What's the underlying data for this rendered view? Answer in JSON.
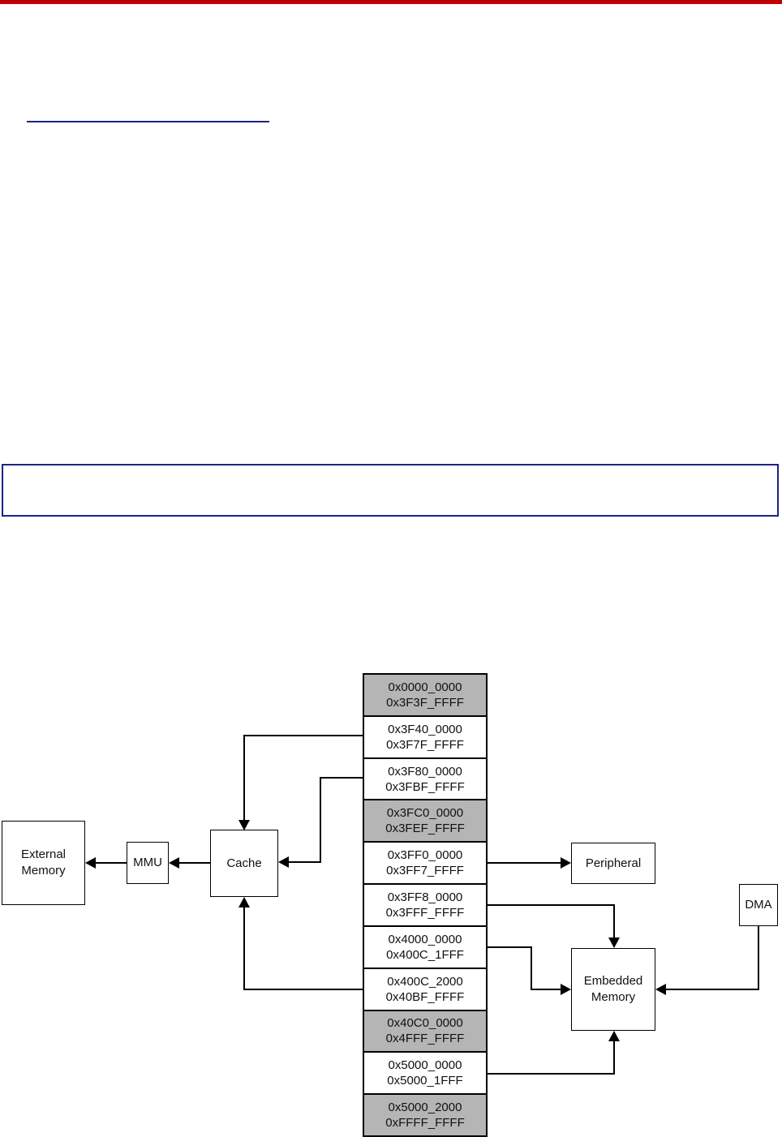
{
  "colors": {
    "header_rule": "#c00000",
    "link_navy": "#1e2288",
    "note_border": "#1e2288",
    "cell_gray": "#b5b5b5",
    "line_black": "#000000"
  },
  "diagram": {
    "blocks": {
      "external_memory": {
        "label": "External\nMemory"
      },
      "mmu": {
        "label": "MMU"
      },
      "cache": {
        "label": "Cache"
      },
      "peripheral": {
        "label": "Peripheral"
      },
      "dma": {
        "label": "DMA"
      },
      "embedded_memory": {
        "label": "Embedded\nMemory"
      }
    },
    "memory_map": {
      "cells": [
        {
          "start": "0x0000_0000",
          "end": "0x3F3F_FFFF",
          "shaded": true
        },
        {
          "start": "0x3F40_0000",
          "end": "0x3F7F_FFFF",
          "shaded": false
        },
        {
          "start": "0x3F80_0000",
          "end": "0x3FBF_FFFF",
          "shaded": false
        },
        {
          "start": "0x3FC0_0000",
          "end": "0x3FEF_FFFF",
          "shaded": true
        },
        {
          "start": "0x3FF0_0000",
          "end": "0x3FF7_FFFF",
          "shaded": false
        },
        {
          "start": "0x3FF8_0000",
          "end": "0x3FFF_FFFF",
          "shaded": false
        },
        {
          "start": "0x4000_0000",
          "end": "0x400C_1FFF",
          "shaded": false
        },
        {
          "start": "0x400C_2000",
          "end": "0x40BF_FFFF",
          "shaded": false
        },
        {
          "start": "0x40C0_0000",
          "end": "0x4FFF_FFFF",
          "shaded": true
        },
        {
          "start": "0x5000_0000",
          "end": "0x5000_1FFF",
          "shaded": false
        },
        {
          "start": "0x5000_2000",
          "end": "0xFFFF_FFFF",
          "shaded": true
        }
      ]
    }
  }
}
